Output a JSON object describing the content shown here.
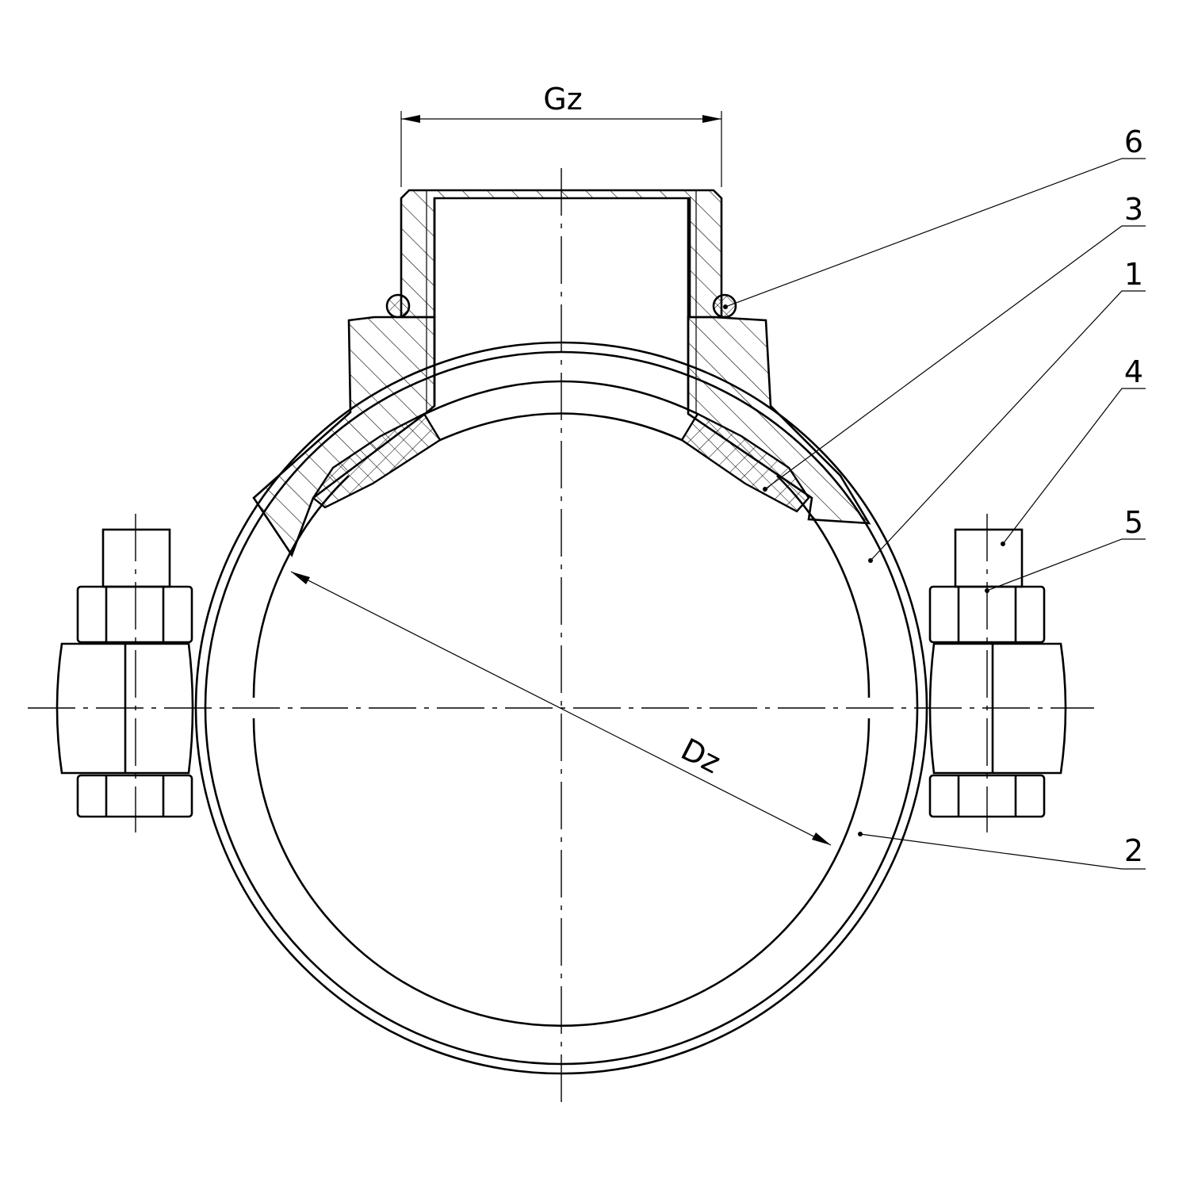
{
  "drawing": {
    "title": "Tapping saddle with threaded outlet — cross-section",
    "dimensions": {
      "outlet_thread": "Gz",
      "pipe_diameter": "Dz"
    },
    "part_callouts": [
      {
        "number": "6"
      },
      {
        "number": "3"
      },
      {
        "number": "1"
      },
      {
        "number": "4"
      },
      {
        "number": "5"
      },
      {
        "number": "2"
      }
    ],
    "colors": {
      "line": "#000000",
      "background": "#ffffff"
    }
  }
}
